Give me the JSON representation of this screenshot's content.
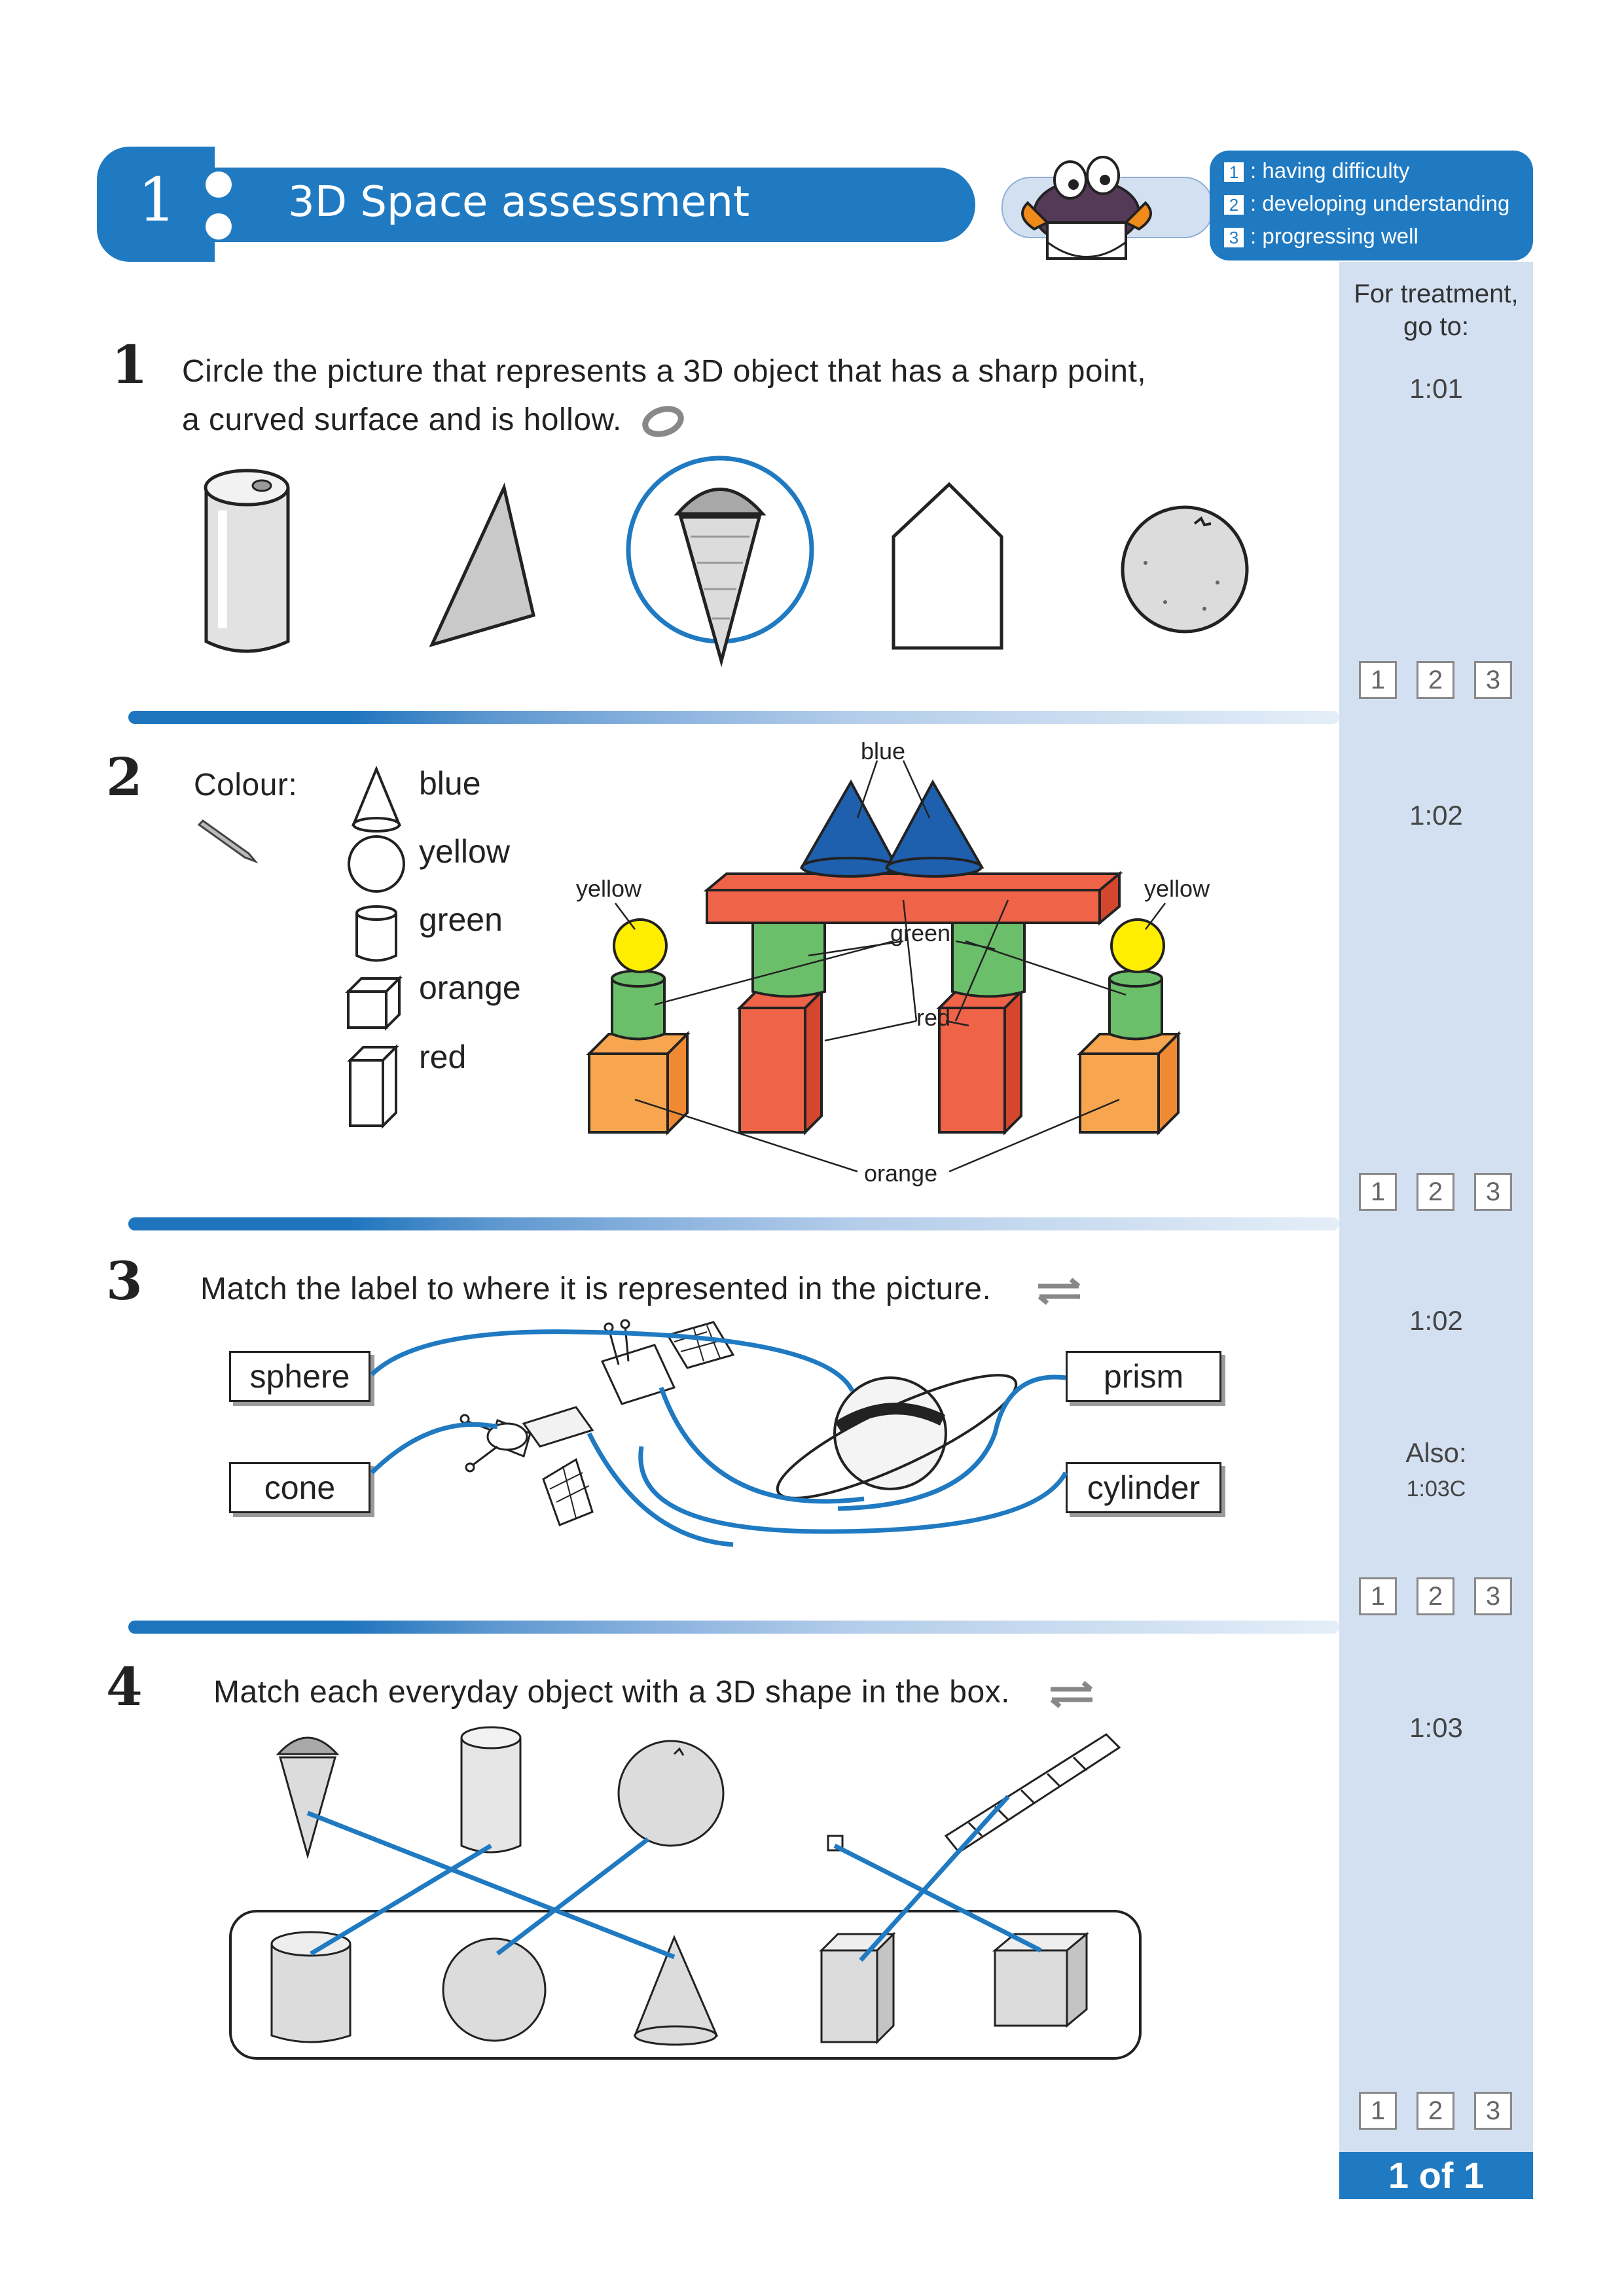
{
  "header": {
    "unit_number": "1",
    "title": "3D Space assessment",
    "key": [
      {
        "num": "1",
        "text": ": having difficulty"
      },
      {
        "num": "2",
        "text": ": developing understanding"
      },
      {
        "num": "3",
        "text": ": progressing well"
      }
    ]
  },
  "sidebar": {
    "treatment_heading": "For treatment, go to:",
    "refs": [
      "1:01",
      "1:02",
      "1:02",
      "1:03"
    ],
    "also_label": "Also:",
    "also_ref": "1:03C",
    "rating_labels": [
      "1",
      "2",
      "3"
    ],
    "page_indicator": "1 of 1"
  },
  "questions": {
    "q1": {
      "number": "1",
      "text_line1": "Circle the picture that represents a 3D object that has a sharp point,",
      "text_line2": "a curved surface and is hollow.",
      "pictures": [
        "can",
        "triangle",
        "ice-cream-cone",
        "pentagon",
        "orange"
      ],
      "circled": "ice-cream-cone"
    },
    "q2": {
      "number": "2",
      "colour_label": "Colour:",
      "key": [
        {
          "shape": "cone",
          "word": "blue"
        },
        {
          "shape": "sphere",
          "word": "yellow"
        },
        {
          "shape": "cylinder",
          "word": "green"
        },
        {
          "shape": "cube",
          "word": "orange"
        },
        {
          "shape": "rectangular-prism",
          "word": "red"
        }
      ],
      "picture_labels": {
        "blue": "blue",
        "yellow_left": "yellow",
        "yellow_right": "yellow",
        "green": "green",
        "red": "red",
        "orange": "orange"
      },
      "colors": {
        "blue": "#1e5fae",
        "yellow": "#ffee00",
        "green": "#6bbf6a",
        "red": "#ef6448",
        "orange": "#f7a64f"
      }
    },
    "q3": {
      "number": "3",
      "text": "Match the label to where it is represented in the picture.",
      "labels": [
        "sphere",
        "cone",
        "prism",
        "cylinder"
      ]
    },
    "q4": {
      "number": "4",
      "text": "Match each everyday object with a 3D shape in the box.",
      "objects": [
        "ice-cream-cone",
        "can",
        "orange",
        "small-cube",
        "ruler"
      ],
      "shapes": [
        "cylinder",
        "sphere",
        "cone",
        "rectangular-prism",
        "cube"
      ]
    }
  },
  "colors": {
    "brand_blue": "#1f7ac2",
    "answer_line": "#1f7ac2",
    "sidebar_bg": "#d3e0f1"
  }
}
